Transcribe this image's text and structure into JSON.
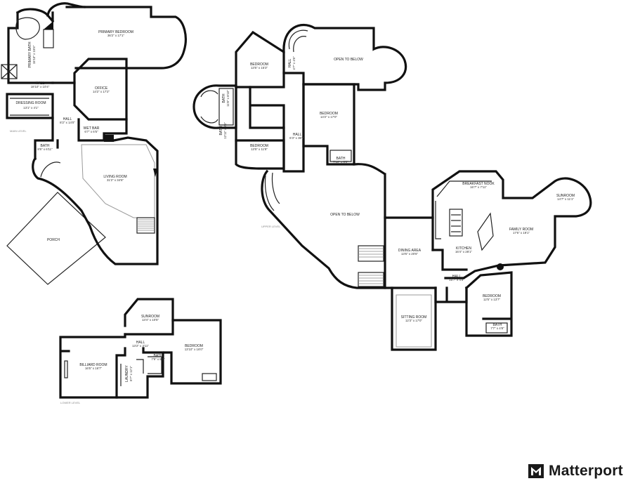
{
  "brand": {
    "name": "Matterport",
    "logo_icon": "matterport-logo-icon"
  },
  "levels": {
    "main": "MAIN LEVEL",
    "upper": "UPPER LEVEL",
    "lower": "LOWER LEVEL"
  },
  "rooms": {
    "primary_bedroom": {
      "name": "PRIMARY BEDROOM",
      "dims": "36'2\" x 17'1\""
    },
    "primary_bath": {
      "name": "PRIMARY BATH",
      "dims": "15'10\" x 15'6\""
    },
    "hall_main_top": {
      "name": "HALL",
      "dims": "18'10\" x 10'4\""
    },
    "office": {
      "name": "OFFICE",
      "dims": "14'2\" x 17'2\""
    },
    "dressing_room": {
      "name": "DRESSING ROOM",
      "dims": "13'1\" x 4'1\""
    },
    "hall_main": {
      "name": "HALL",
      "dims": "8'2\" x 14'0\""
    },
    "wet_bar": {
      "name": "WET BAR",
      "dims": "6'7\" x 6'5\""
    },
    "bath_main": {
      "name": "BATH",
      "dims": "8'6\" x 6'11\""
    },
    "living_room": {
      "name": "LIVING ROOM",
      "dims": "31'2\" x 34'6\""
    },
    "porch": {
      "name": "PORCH",
      "dims": ""
    },
    "bedroom_up_1": {
      "name": "BEDROOM",
      "dims": "13'5\" x 15'3\""
    },
    "hall_up_small": {
      "name": "HALL",
      "dims": "4'7\" x 4'6\""
    },
    "open_below_1": {
      "name": "OPEN TO BELOW",
      "dims": ""
    },
    "bath_up_1": {
      "name": "BATH",
      "dims": "11'8\" x 8'10\""
    },
    "bedroom_up_2": {
      "name": "BEDROOM",
      "dims": "14'2\" x 17'0\""
    },
    "bath_up_2": {
      "name": "BATH",
      "dims": "12'11\" x 8'6\""
    },
    "hall_up": {
      "name": "HALL",
      "dims": "6'3\" x 36'7\""
    },
    "bedroom_up_3": {
      "name": "BEDROOM",
      "dims": "13'5\" x 11'8\""
    },
    "bath_up_3": {
      "name": "BATH",
      "dims": "7'10\" x 6'0\""
    },
    "open_below_2": {
      "name": "OPEN TO BELOW",
      "dims": ""
    },
    "breakfast_nook": {
      "name": "BREAKFAST NOOK",
      "dims": "16'7\" x 7'11\""
    },
    "sunroom_up": {
      "name": "SUNROOM",
      "dims": "14'7\" x 11'1\""
    },
    "family_room": {
      "name": "FAMILY ROOM",
      "dims": "17'6\" x 19'1\""
    },
    "kitchen": {
      "name": "KITCHEN",
      "dims": "16'4\" x 28'1\""
    },
    "dining_area": {
      "name": "DINING AREA",
      "dims": "13'6\" x 20'6\""
    },
    "hall_up_kitchen": {
      "name": "HALL",
      "dims": "15'7\" x 4'9\""
    },
    "bedroom_up_4": {
      "name": "BEDROOM",
      "dims": "12'5\" x 13'7\""
    },
    "bath_up_4": {
      "name": "BATH",
      "dims": "7'7\" x 4'8\""
    },
    "sitting_room": {
      "name": "SITTING ROOM",
      "dims": "12'3\" x 17'0\""
    },
    "sunroom_low": {
      "name": "SUNROOM",
      "dims": "13'4\" x 10'5\""
    },
    "hall_low": {
      "name": "HALL",
      "dims": "13'2\" x 3'11\""
    },
    "bedroom_low": {
      "name": "BEDROOM",
      "dims": "13'10\" x 16'0\""
    },
    "billiard_room": {
      "name": "BILLIARD ROOM",
      "dims": "16'5\" x 16'7\""
    },
    "laundry": {
      "name": "LAUNDRY",
      "dims": "8'7\" x 12'1\""
    },
    "bath_low": {
      "name": "BATH",
      "dims": "7'9\" x 8'0\""
    }
  }
}
